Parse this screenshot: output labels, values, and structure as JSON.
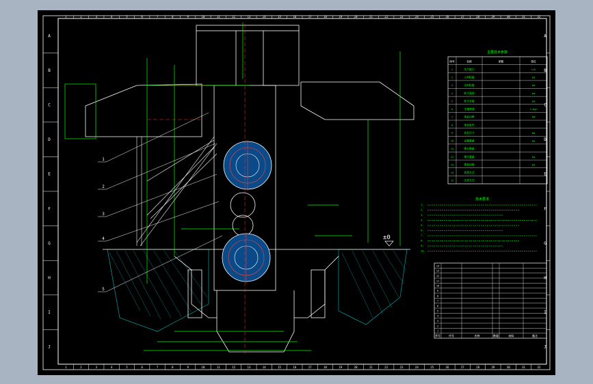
{
  "drawing": {
    "border_rows": [
      "A",
      "B",
      "C",
      "D",
      "E",
      "F",
      "G",
      "H",
      "I",
      "J"
    ],
    "border_cols": [
      "1",
      "2",
      "3",
      "4",
      "5",
      "6",
      "7",
      "8",
      "9",
      "10",
      "11",
      "12",
      "13",
      "14",
      "15",
      "16",
      "17",
      "18",
      "19",
      "20",
      "21",
      "22",
      "23",
      "24",
      "25",
      "26",
      "27",
      "28",
      "29",
      "30",
      "31",
      "32"
    ],
    "callouts": [
      "1",
      "2",
      "3",
      "4",
      "5"
    ],
    "level_mark": "±0",
    "parts_table": {
      "title": "主要技术参数",
      "header": [
        "序号",
        "名称",
        "参数",
        "单位"
      ],
      "rows": [
        [
          "1",
          "生产能力",
          "",
          "t/h"
        ],
        [
          "2",
          "入料粒度",
          "",
          "mm"
        ],
        [
          "3",
          "出料粒度",
          "",
          "mm"
        ],
        [
          "4",
          "转子直径",
          "",
          "mm"
        ],
        [
          "5",
          "转子长度",
          "",
          "mm"
        ],
        [
          "6",
          "主轴转速",
          "",
          "r/min"
        ],
        [
          "7",
          "电机功率",
          "",
          "kW"
        ],
        [
          "8",
          "电机型号",
          "",
          ""
        ],
        [
          "9",
          "外形尺寸",
          "",
          "mm"
        ],
        [
          "10",
          "设备重量",
          "",
          "kg"
        ],
        [
          "11",
          "锤头数量",
          "",
          ""
        ],
        [
          "12",
          "锤头重量",
          "",
          "kg"
        ],
        [
          "13",
          "筛条间隙",
          "",
          "mm"
        ],
        [
          "14",
          "润滑方式",
          "",
          ""
        ],
        [
          "15",
          "冷却方式",
          "",
          ""
        ]
      ]
    },
    "notes": {
      "title": "技术要求",
      "lines": [
        "1.",
        "2.",
        "3.",
        "4.",
        "5.",
        "6.",
        "7.",
        "8.",
        "9.",
        "10."
      ]
    },
    "bom": {
      "header": [
        "序号",
        "代号",
        "名称",
        "数量",
        "材料",
        "备注"
      ],
      "rows": [
        "1",
        "2",
        "3",
        "4",
        "5",
        "6",
        "7",
        "8",
        "9",
        "10",
        "11",
        "12",
        "13",
        "14"
      ]
    }
  }
}
